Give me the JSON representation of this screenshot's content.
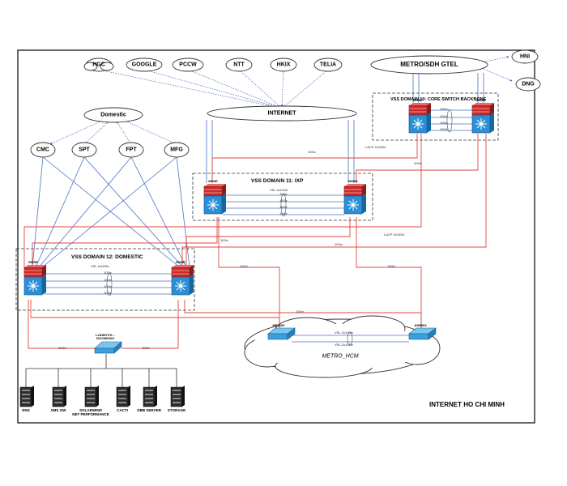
{
  "clouds": {
    "hgc": "HGC",
    "google": "GOOGLE",
    "pccw": "PCCW",
    "ntt": "NTT",
    "hkix": "HKIX",
    "telia": "TELIA",
    "internet": "INTERNET",
    "metro_gtel": "METRO/SDH GTEL",
    "hni": "HNI",
    "dng": "DNG",
    "domestic": "Domestic",
    "cmc": "CMC",
    "spt": "SPT",
    "fpt": "FPT",
    "mfg": "MFG",
    "metro_hcm": "METRO_HCM"
  },
  "domains": {
    "core": "VSS DOMAIN 10: CORE SWITCH BACKBONE",
    "ixp": "VSS DOMAIN 11: IXP",
    "domestic": "VSS DOMAIN 12: DOMESTIC"
  },
  "link_labels": {
    "ten_g": "10Ge",
    "vsl_4x10": "VSL 4x10Ge",
    "lacp_2x10": "LACP 2x10Ge",
    "vsl_2x10_a": "VSL-2x10Ge",
    "vsl_2x10_b": "VSL-2x10Ge"
  },
  "devices": {
    "sw_6500e": "6500E",
    "l2switch": "L2SWITCH –\nISCOM2924",
    "me3600": "ME3600",
    "asr": "ASR903"
  },
  "servers": [
    "DNS",
    "SMS GW",
    "SOLARWIND\nNET PERFORMANCE",
    "CACTI",
    "OBB SERVER",
    "STORAGE"
  ],
  "footer": "INTERNET HO CHI MINH",
  "colors": {
    "red_link": "#e0463c",
    "blue_link": "#4a72c8",
    "switch_red": "#cc2a2a",
    "switch_blue": "#2c8fd6",
    "l2_blue": "#3aa0dc"
  }
}
